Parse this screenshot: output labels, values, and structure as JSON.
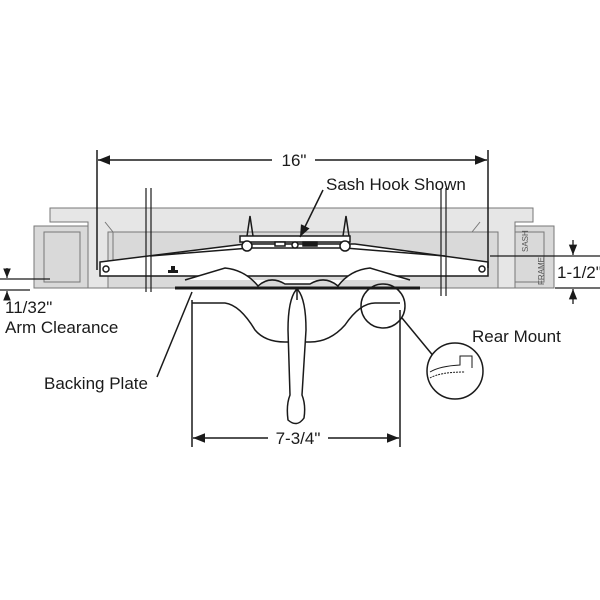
{
  "dimensions": {
    "overall_width": "16\"",
    "handle_spacing": "7-3/4\"",
    "height": "1-1/2\"",
    "arm_clearance_value": "11/32\"",
    "arm_clearance_label": "Arm Clearance"
  },
  "callouts": {
    "sash_hook": "Sash Hook Shown",
    "backing_plate": "Backing Plate",
    "rear_mount": "Rear Mount"
  },
  "part_labels": {
    "sash": "SASH",
    "frame": "FRAME"
  },
  "colors": {
    "line": "#1a1a1a",
    "frame_fill": "#d9d9d9",
    "sash_fill": "#e6e6e6"
  }
}
